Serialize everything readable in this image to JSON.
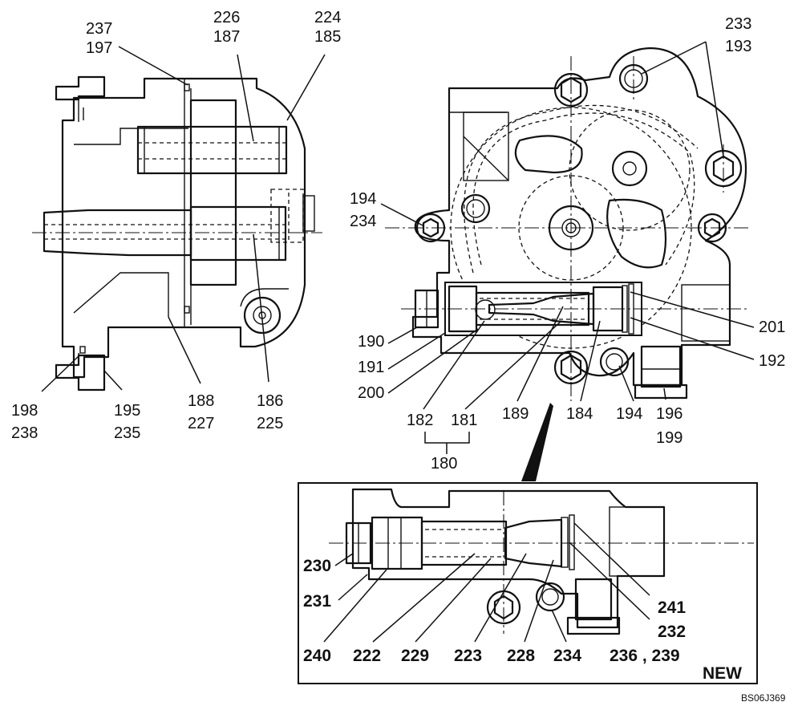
{
  "drawing_code": "BS06J369",
  "inset_badge": "NEW",
  "left_view_labels": {
    "l_237": "237",
    "l_197": "197",
    "l_226": "226",
    "l_187": "187",
    "l_224": "224",
    "l_185": "185",
    "l_198": "198",
    "l_238": "238",
    "l_195": "195",
    "l_235": "235",
    "l_188": "188",
    "l_227": "227",
    "l_186": "186",
    "l_225": "225"
  },
  "right_view_labels": {
    "l_233": "233",
    "l_193": "193",
    "l_194a": "194",
    "l_234a": "234",
    "l_190": "190",
    "l_191": "191",
    "l_200": "200",
    "l_182a": "182",
    "l_181a": "181",
    "l_189": "189",
    "l_184": "184",
    "l_194b": "194",
    "l_196": "196",
    "l_199": "199",
    "l_201": "201",
    "l_192": "192",
    "l_182b": "182",
    "l_181b": "181",
    "l_180": "180"
  },
  "inset_labels": {
    "l_230": "230",
    "l_231": "231",
    "l_240": "240",
    "l_222": "222",
    "l_229": "229",
    "l_223": "223",
    "l_228": "228",
    "l_234": "234",
    "l_236_239": "236 , 239",
    "l_241": "241",
    "l_232": "232"
  }
}
